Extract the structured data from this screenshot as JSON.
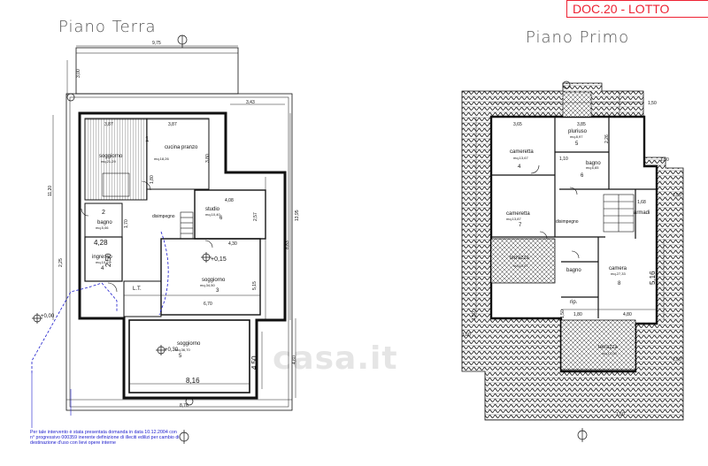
{
  "doc_label": "DOC.20 - LOTTO",
  "watermark": "casa.it",
  "ground": {
    "title": "Piano Terra",
    "elevation_outside": "+0,00",
    "rooms": [
      {
        "name": "soggiorno",
        "area": "mq.21,29"
      },
      {
        "name": "cucina pranzo",
        "area": "mq.18,26"
      },
      {
        "name": "studio",
        "area": "mq.10,40"
      },
      {
        "name": "disimpegno",
        "area": ""
      },
      {
        "name": "bagno",
        "area": "mq.5,06"
      },
      {
        "name": "ingresso",
        "area": "mq.10,67"
      },
      {
        "name": "soggiorno",
        "area": "mq.34,50"
      },
      {
        "name": "L.T.",
        "area": ""
      },
      {
        "name": "soggiorno",
        "area": "mq.36,70"
      }
    ],
    "markers": [
      "1",
      "2",
      "3",
      "4",
      "5",
      "6"
    ],
    "levels": [
      "+0,15",
      "+0,30"
    ],
    "dims": {
      "top": "9,75",
      "d1": "3,87",
      "d2": "3,87",
      "d3": "3,43",
      "d4": "4,08",
      "d5": "4,30",
      "d6": "4,28",
      "d7": "2,50",
      "d8": "6,70",
      "d9": "8,16",
      "d10": "4,50",
      "d11": "8,76",
      "d12": "11,20",
      "d13": "13,95",
      "d14": "8,83",
      "d15": "2,25",
      "d16": "3,00",
      "d17": "4,60",
      "d18": "5,15",
      "d19": "2,57",
      "d20": "3,80",
      "d21": "1,80",
      "d22": "1,70"
    },
    "note": "Per tale intervento è stata presentata domanda in data 10.12.2004 con n° progressivo 000359 inerente definizione di illeciti edilizi per cambio di destinazione d'uso con lievi opere interne"
  },
  "first": {
    "title": "Piano Primo",
    "rooms": [
      {
        "name": "cameretta",
        "area": "mq.13,67"
      },
      {
        "name": "pluriuso",
        "area": "mq.8,97"
      },
      {
        "name": "bagno",
        "area": "mq.6,65"
      },
      {
        "name": "cameretta",
        "area": "mq.13,87"
      },
      {
        "name": "disimpegno",
        "area": ""
      },
      {
        "name": "armadi",
        "area": ""
      },
      {
        "name": "terrazza",
        "area": "mq.10,57"
      },
      {
        "name": "bagno",
        "area": ""
      },
      {
        "name": "camera",
        "area": "mq.27,33"
      },
      {
        "name": "rip.",
        "area": ""
      },
      {
        "name": "terrazza",
        "area": "mq.17,00"
      }
    ],
    "markers": [
      "4",
      "5",
      "6",
      "7",
      "8"
    ],
    "dims": {
      "a1": "3,65",
      "a2": "3,85",
      "a3": "1,50",
      "a4": "1,50",
      "a5": "2,26",
      "a6": "1,10",
      "a7": "5,16",
      "a8": "4,80",
      "a9": "1,80",
      "a10": "1,50",
      "a11": "1,50",
      "a12": "1,50",
      "a13": "1,50",
      "a14": "1,68",
      "a15": "1,50",
      "a16": "1,50"
    }
  },
  "colors": {
    "wall": "#111111",
    "dim": "#222222",
    "note": "#1a1acc",
    "hatch": "#333333",
    "doc": "#e22233"
  }
}
